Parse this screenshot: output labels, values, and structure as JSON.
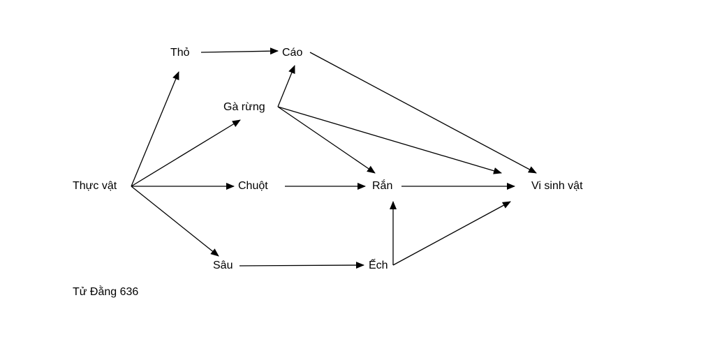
{
  "nodes": {
    "thuc_vat": "Thực vật",
    "tho": "Thỏ",
    "cao": "Cáo",
    "ga_rung": "Gà rừng",
    "chuot": "Chuột",
    "ran": "Rắn",
    "vi_sinh_vat": "Vi sinh vật",
    "sau": "Sâu",
    "ech": "Ếch"
  },
  "edges": [
    [
      "thuc_vat",
      "tho"
    ],
    [
      "thuc_vat",
      "ga_rung"
    ],
    [
      "thuc_vat",
      "chuot"
    ],
    [
      "thuc_vat",
      "sau"
    ],
    [
      "tho",
      "cao"
    ],
    [
      "ga_rung",
      "cao"
    ],
    [
      "ga_rung",
      "ran"
    ],
    [
      "ga_rung",
      "vi_sinh_vat"
    ],
    [
      "cao",
      "vi_sinh_vat"
    ],
    [
      "chuot",
      "ran"
    ],
    [
      "ran",
      "vi_sinh_vat"
    ],
    [
      "sau",
      "ech"
    ],
    [
      "ech",
      "ran"
    ],
    [
      "ech",
      "vi_sinh_vat"
    ]
  ],
  "caption": "Tử Đằng 636"
}
